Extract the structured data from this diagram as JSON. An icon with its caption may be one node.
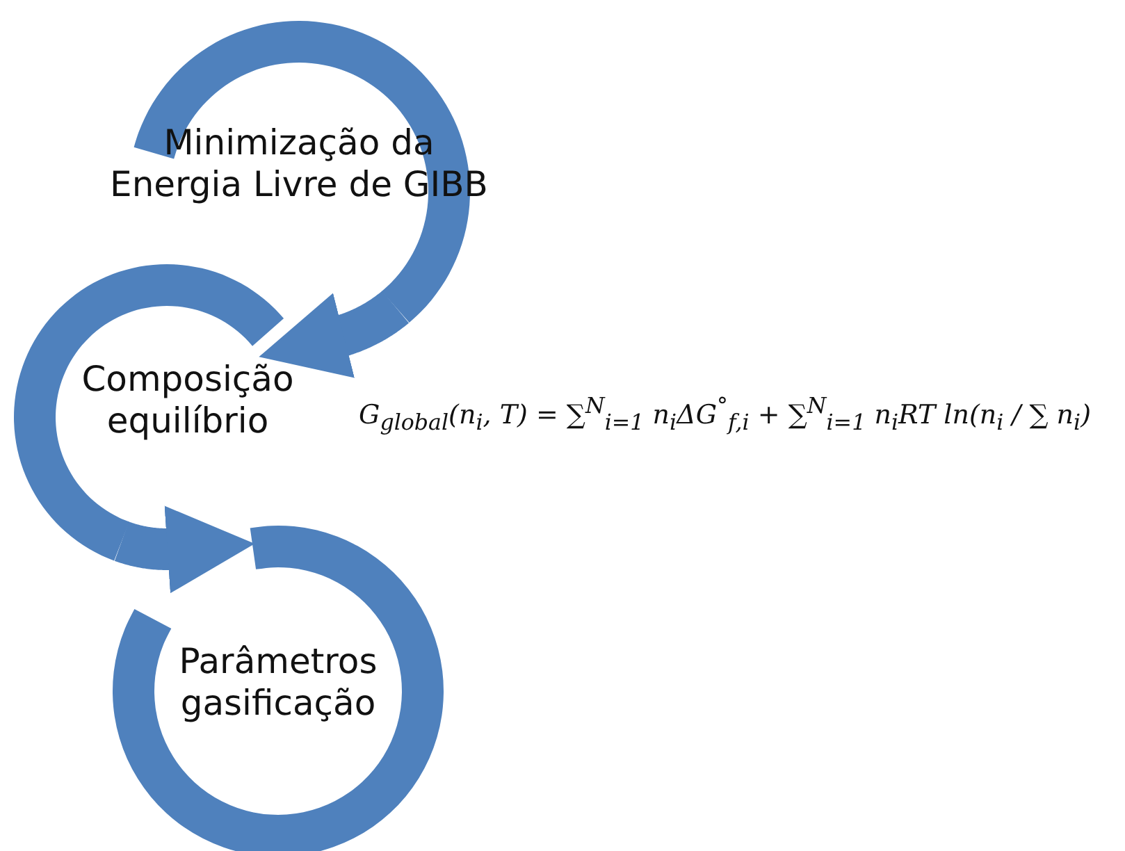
{
  "diagram": {
    "nodes": [
      {
        "text": [
          "Minimização da Energia Livre de GIBB"
        ]
      },
      {
        "text": [
          "Composição equilíbrio"
        ]
      },
      {
        "text": [
          "Parâmetros gasificação"
        ]
      }
    ],
    "edges": [
      {
        "from": 0,
        "to": 1,
        "arrow": "to"
      },
      {
        "from": 1,
        "to": 2,
        "arrow": "to"
      }
    ],
    "labels": [
      "G$_{global}$(n$_{i}$, T) = ∑$^{N}$$_{i=1}$ n$_{i}$ΔG$^{°}$$_{f,i}$ + ∑$^{N}$$_{i=1}$ n$_{i}$RT ln(n$_{i}$ / ∑ n$_{i}$)"
    ]
  }
}
